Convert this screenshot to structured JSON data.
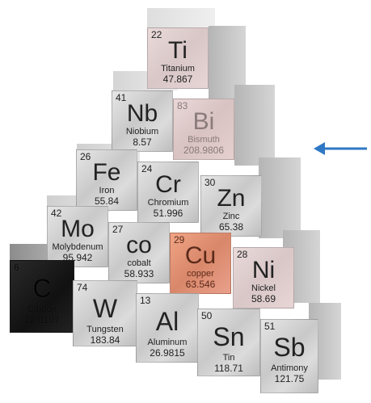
{
  "cubes": [
    {
      "id": "ti",
      "number": "22",
      "symbol": "Ti",
      "name": "Titanium",
      "mass": "47.867",
      "style": "pink"
    },
    {
      "id": "nb",
      "number": "41",
      "symbol": "Nb",
      "name": "Niobium",
      "mass": "8.57",
      "style": "metal"
    },
    {
      "id": "bi",
      "number": "83",
      "symbol": "Bi",
      "name": "Bismuth",
      "mass": "208.9806",
      "style": "bismuth"
    },
    {
      "id": "fe",
      "number": "26",
      "symbol": "Fe",
      "name": "Iron",
      "mass": "55.84",
      "style": "metal"
    },
    {
      "id": "cr",
      "number": "24",
      "symbol": "Cr",
      "name": "Chromium",
      "mass": "51.996",
      "style": "metal"
    },
    {
      "id": "zn",
      "number": "30",
      "symbol": "Zn",
      "name": "Zinc",
      "mass": "65.38",
      "style": "metal"
    },
    {
      "id": "mo",
      "number": "42",
      "symbol": "Mo",
      "name": "Molybdenum",
      "mass": "95.942",
      "style": "metal"
    },
    {
      "id": "co",
      "number": "27",
      "symbol": "co",
      "name": "cobalt",
      "mass": "58.933",
      "style": "metal"
    },
    {
      "id": "cu",
      "number": "29",
      "symbol": "Cu",
      "name": "copper",
      "mass": "63.546",
      "style": "copper"
    },
    {
      "id": "ni",
      "number": "28",
      "symbol": "Ni",
      "name": "Nickel",
      "mass": "58.69",
      "style": "pink"
    },
    {
      "id": "c",
      "number": "6",
      "symbol": "C",
      "name": "Carbon",
      "mass": "12.0107",
      "style": "dark"
    },
    {
      "id": "w",
      "number": "74",
      "symbol": "W",
      "name": "Tungsten",
      "mass": "183.84",
      "style": "metal"
    },
    {
      "id": "al",
      "number": "13",
      "symbol": "Al",
      "name": "Aluminum",
      "mass": "26.9815",
      "style": "metal"
    },
    {
      "id": "sn",
      "number": "50",
      "symbol": "Sn",
      "name": "Tin",
      "mass": "118.71",
      "style": "metal"
    },
    {
      "id": "sb",
      "number": "51",
      "symbol": "Sb",
      "name": "Antimony",
      "mass": "121.75",
      "style": "metal"
    }
  ],
  "arrow_color": "#2f78c4"
}
